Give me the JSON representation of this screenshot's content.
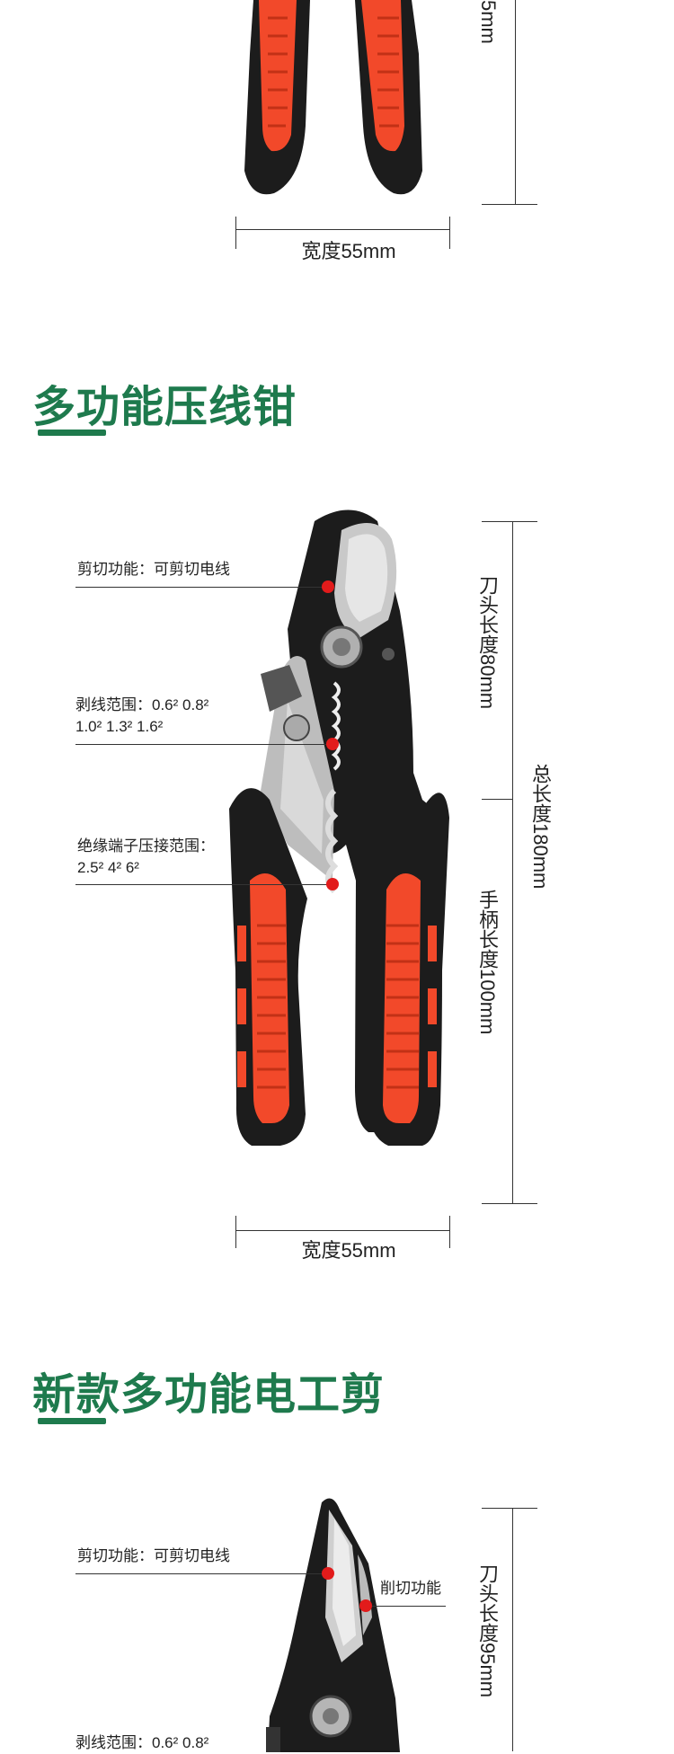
{
  "top_section": {
    "partial_dimension": "5mm",
    "width_label": "宽度55mm"
  },
  "section2": {
    "title": "多功能压线钳",
    "annotations": {
      "cut": "剪切功能：可剪切电线",
      "strip_line1": "剥线范围：0.6² 0.8²",
      "strip_line2": "1.0² 1.3² 1.6²",
      "crimp_line1": "绝缘端子压接范围：",
      "crimp_line2": "2.5² 4² 6²"
    },
    "dimensions": {
      "head_length": "刀头长度80mm",
      "handle_length": "手柄长度100mm",
      "total_length": "总长度180mm",
      "width": "宽度55mm"
    },
    "colors": {
      "handle_red": "#f2492a",
      "handle_black": "#1c1c1c",
      "accent_dot": "#e21b1b"
    }
  },
  "section3": {
    "title": "新款多功能电工剪",
    "annotations": {
      "cut": "剪切功能：可剪切电线",
      "shave": "削切功能",
      "strip_partial": "剥线范围：0.6² 0.8²"
    },
    "dimensions": {
      "head_length": "刀头长度95mm"
    }
  },
  "theme": {
    "title_green": "#1e7a4d"
  }
}
